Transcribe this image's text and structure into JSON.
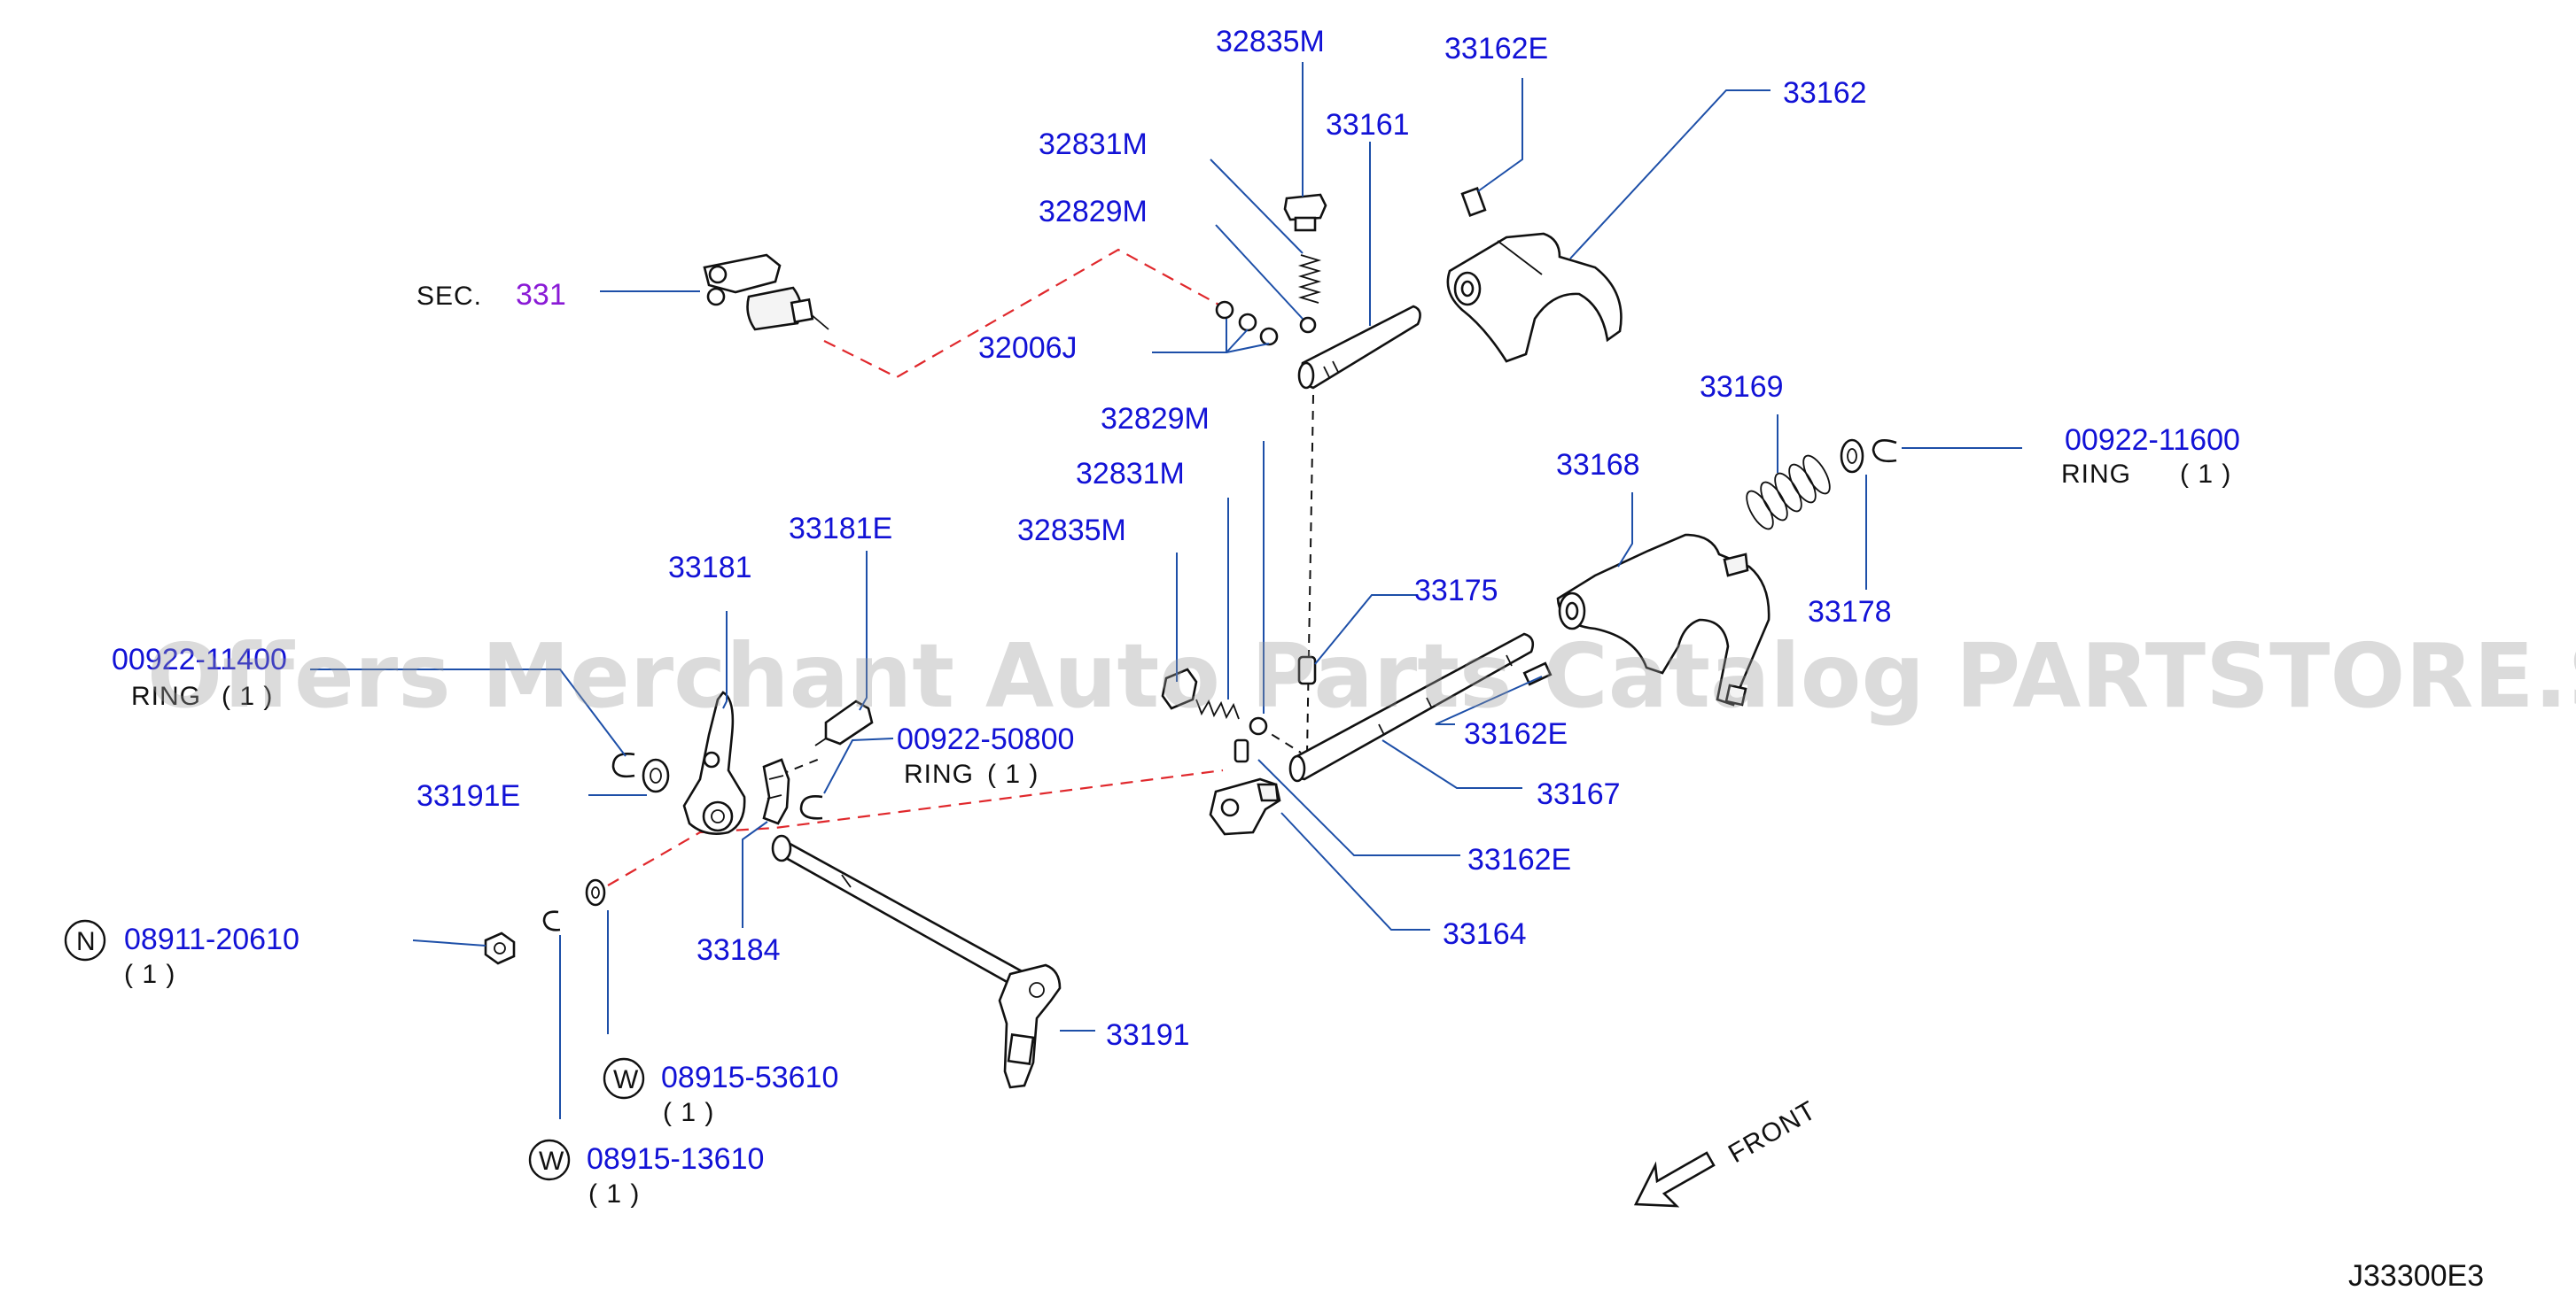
{
  "sec": {
    "prefix": "SEC.",
    "number": "331"
  },
  "parts": {
    "p32835M_top": "32835M",
    "p33162E_top": "33162E",
    "p33162": "33162",
    "p33161": "33161",
    "p32831M_top": "32831M",
    "p32829M_top": "32829M",
    "p32006J": "32006J",
    "p32829M_mid": "32829M",
    "p32831M_mid": "32831M",
    "p32835M_mid": "32835M",
    "p33169": "33169",
    "p00922_11600": "00922-11600",
    "p33168": "33168",
    "p33178": "33178",
    "p33175": "33175",
    "p33181E": "33181E",
    "p33181": "33181",
    "p00922_left": "00922-11400",
    "p00922_50800": "00922-50800",
    "p33162E_mid": "33162E",
    "p33167": "33167",
    "p33191E": "33191E",
    "p33162E_low": "33162E",
    "p33164": "33164",
    "p33184": "33184",
    "p08911": "08911-20610",
    "p33191": "33191",
    "p08915_53610": "08915-53610",
    "p08915_13610": "08915-13610"
  },
  "notes": {
    "ring": "RING",
    "qty1": "( 1 )",
    "badge_n": "N",
    "badge_w": "W",
    "front": "FRONT",
    "diagram_code": "J33300E3"
  },
  "watermark": "Offers Merchant Auto Parts Catalog PARTSTORE.SA",
  "colors": {
    "part_number": "#1212d6",
    "section_ref": "#8a1ad6",
    "guide_red": "#e0282c",
    "leader": "#1d4fa8"
  }
}
